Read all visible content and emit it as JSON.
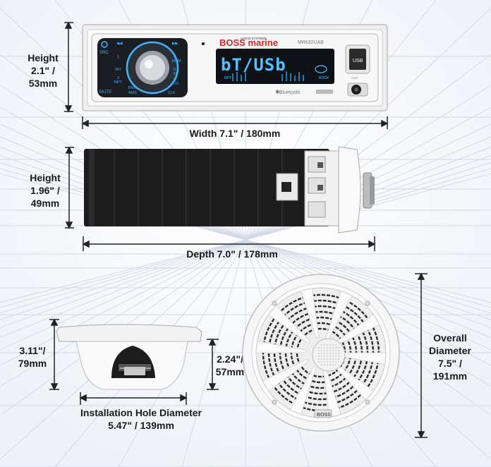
{
  "radio_front": {
    "height_label_lines": [
      "Height",
      "2.1\" /",
      "53mm"
    ],
    "width_label": "Width 7.1\" / 180mm",
    "brand_text": "BOSS marine",
    "brand_small": "AUDIO SYSTEMS",
    "model_text": "MR632UAB",
    "display_text": "bT/USb",
    "display_sub_left": "RPT",
    "display_sub_right": "ROCK",
    "bluetooth_text": "Bluetooth",
    "usb_label": "USB",
    "aux_label": "AUX",
    "buttons_left": [
      "SRC",
      "MUTE"
    ],
    "buttons_mid": [
      "1",
      "INT",
      "2",
      "RPT",
      "BND",
      "AMS"
    ],
    "buttons_right": [
      "4",
      "RDM",
      "5",
      "-10",
      "6",
      "+10"
    ],
    "clk_label": "CLK"
  },
  "radio_side": {
    "height_label_lines": [
      "Height",
      "1.96\" /",
      "49mm"
    ],
    "depth_label": "Depth 7.0\" / 178mm"
  },
  "speaker_side": {
    "height_label_lines": [
      "3.11\"/",
      "79mm"
    ],
    "mount_label_lines": [
      "2.24\"/",
      "57mm"
    ],
    "hole_label_lines": [
      "Installation Hole Diameter",
      "5.47\" / 139mm"
    ]
  },
  "speaker_front": {
    "diameter_label_lines": [
      "Overall",
      "Diameter",
      "7.5\" /",
      "191mm"
    ],
    "logo_text": "BOSS"
  },
  "colors": {
    "grid_line": "#c9d3e2",
    "accent_blue": "#3fb5ff",
    "display_blue": "#4fc3ff",
    "dim_line": "#222222",
    "body_white": "#f4f4f4"
  }
}
